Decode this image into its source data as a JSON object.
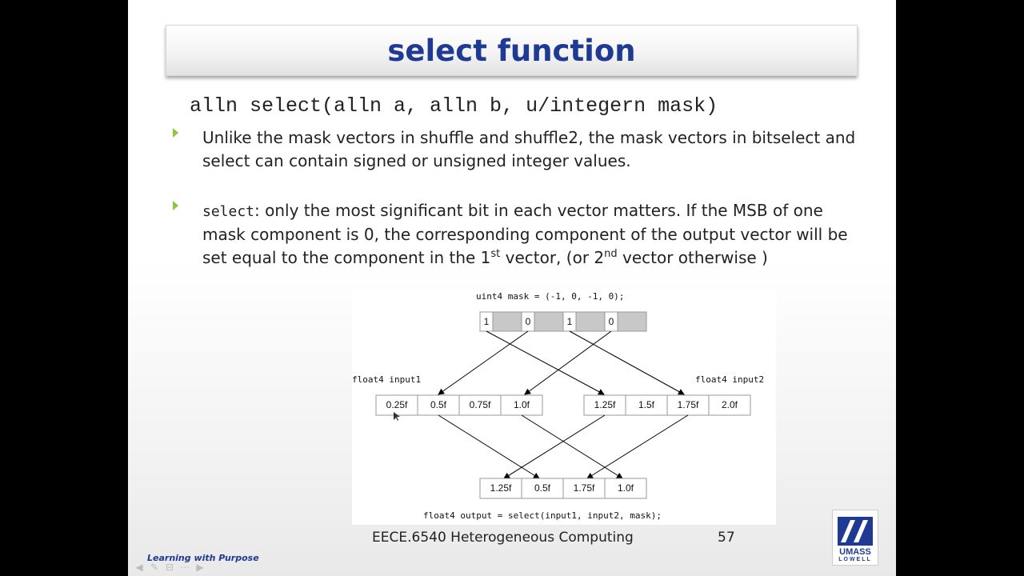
{
  "slide": {
    "title": "select function",
    "signature": "alln select(alln a, alln b, u/integern mask)",
    "bullets": {
      "b1": "Unlike the mask vectors in shuffle and shuffle2, the mask vectors in bitselect and select can contain signed or unsigned integer values.",
      "b2_code": "select",
      "b2_text1": ": only the most significant bit in each vector matters. If the MSB of one mask component is 0, the corresponding component of the output vector will be set equal to the component in the 1",
      "b2_sup1": "st",
      "b2_text2": " vector, (or 2",
      "b2_sup2": "nd",
      "b2_text3": " vector otherwise )"
    }
  },
  "diagram": {
    "mask_decl": "uint4 mask = (-1, 0, -1, 0);",
    "mask_bits": [
      "1",
      "0",
      "1",
      "0"
    ],
    "input1_label": "float4 input1",
    "input2_label": "float4 input2",
    "input1": [
      "0.25f",
      "0.5f",
      "0.75f",
      "1.0f"
    ],
    "input2": [
      "1.25f",
      "1.5f",
      "1.75f",
      "2.0f"
    ],
    "output": [
      "1.25f",
      "0.5f",
      "1.75f",
      "1.0f"
    ],
    "output_decl": "float4 output = select(input1, input2, mask);"
  },
  "footer": {
    "course": "EECE.6540 Heterogeneous Computing",
    "page": "57",
    "tagline": "Learning with Purpose",
    "logo_top": "UMASS",
    "logo_bottom": "LOWELL"
  },
  "nav": {
    "prev_icon": "arrow-left-icon",
    "pen_icon": "pen-icon",
    "slides_icon": "slides-icon",
    "menu_icon": "menu-icon",
    "next_icon": "arrow-right-icon"
  },
  "colors": {
    "title": "#1f3a93",
    "bullet_marker": "#8cc63f"
  }
}
